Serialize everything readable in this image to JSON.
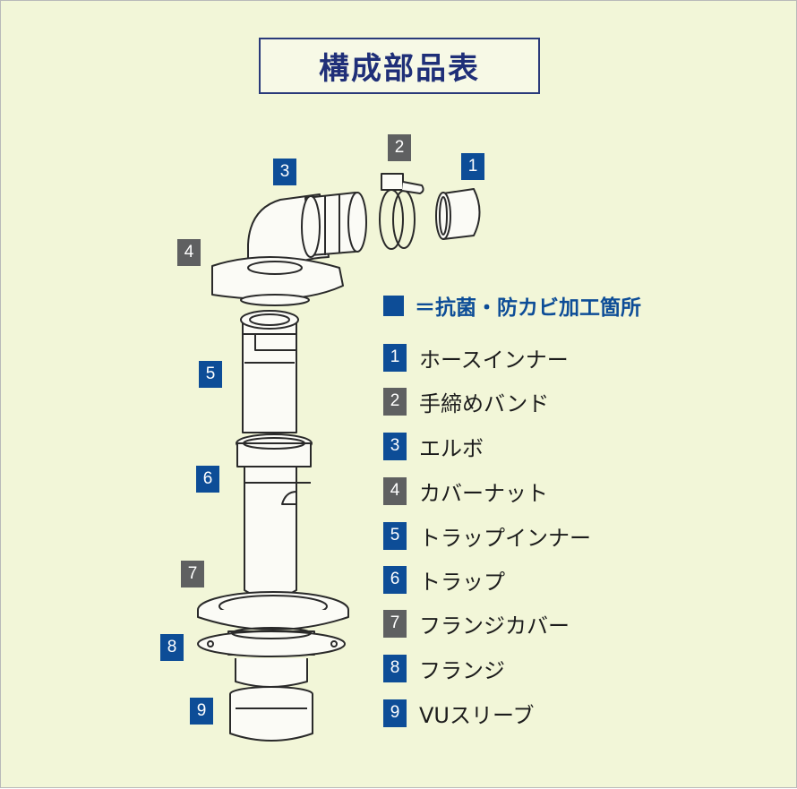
{
  "title": "構成部品表",
  "legend": {
    "text": "＝抗菌・防カビ加工箇所",
    "color": "#0d4d97"
  },
  "colors": {
    "blue": "#0d4d97",
    "gray": "#5f6061",
    "background": "#f2f6d8",
    "title_border": "#2a3a7a"
  },
  "parts": [
    {
      "num": "1",
      "name": "ホースインナー",
      "treated": true
    },
    {
      "num": "2",
      "name": "手締めバンド",
      "treated": false
    },
    {
      "num": "3",
      "name": "エルボ",
      "treated": true
    },
    {
      "num": "4",
      "name": "カバーナット",
      "treated": false
    },
    {
      "num": "5",
      "name": "トラップインナー",
      "treated": true
    },
    {
      "num": "6",
      "name": "トラップ",
      "treated": true
    },
    {
      "num": "7",
      "name": "フランジカバー",
      "treated": false
    },
    {
      "num": "8",
      "name": "フランジ",
      "treated": true
    },
    {
      "num": "9",
      "name": "VUスリーブ",
      "treated": true
    }
  ],
  "callouts": [
    {
      "num": "1",
      "treated": true
    },
    {
      "num": "2",
      "treated": false
    },
    {
      "num": "3",
      "treated": true
    },
    {
      "num": "4",
      "treated": false
    },
    {
      "num": "5",
      "treated": true
    },
    {
      "num": "6",
      "treated": true
    },
    {
      "num": "7",
      "treated": false
    },
    {
      "num": "8",
      "treated": true
    },
    {
      "num": "9",
      "treated": true
    }
  ]
}
